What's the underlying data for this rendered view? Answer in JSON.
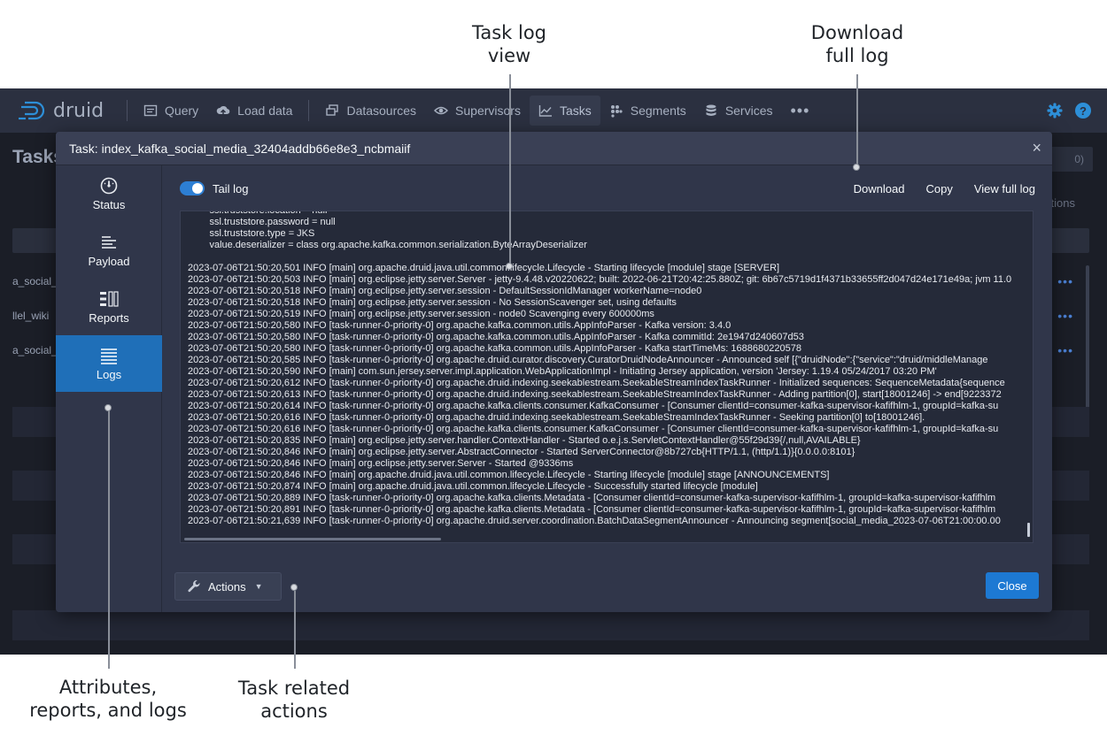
{
  "annotations": {
    "task_log_view": [
      "Task log",
      "view"
    ],
    "download_full_log": [
      "Download",
      "full log"
    ],
    "attributes": [
      "Attributes,",
      "reports, and logs"
    ],
    "task_actions": [
      "Task related",
      "actions"
    ]
  },
  "app": {
    "logo_text": "druid",
    "nav": {
      "query": "Query",
      "load_data": "Load data",
      "datasources": "Datasources",
      "supervisors": "Supervisors",
      "tasks": "Tasks",
      "segments": "Segments",
      "services": "Services",
      "more": "•••"
    },
    "background": {
      "page_title": "Tasks",
      "actions_header": "ctions",
      "pager_text": "0)",
      "rows": [
        "a_social_",
        "llel_wiki",
        "a_social_"
      ],
      "row_menu": "•••"
    }
  },
  "dialog": {
    "title": "Task: index_kafka_social_media_32404addb66e8e3_ncbmaiif",
    "close_icon": "×",
    "sidebar": {
      "status": "Status",
      "payload": "Payload",
      "reports": "Reports",
      "logs": "Logs"
    },
    "toolbar": {
      "tail_log": "Tail log",
      "download": "Download",
      "copy": "Copy",
      "view_full_log": "View full log"
    },
    "log_lines": [
      "        ssl.truststore.location = null",
      "        ssl.truststore.password = null",
      "        ssl.truststore.type = JKS",
      "        value.deserializer = class org.apache.kafka.common.serialization.ByteArrayDeserializer",
      "",
      "2023-07-06T21:50:20,501 INFO [main] org.apache.druid.java.util.common.lifecycle.Lifecycle - Starting lifecycle [module] stage [SERVER]",
      "2023-07-06T21:50:20,503 INFO [main] org.eclipse.jetty.server.Server - jetty-9.4.48.v20220622; built: 2022-06-21T20:42:25.880Z; git: 6b67c5719d1f4371b33655ff2d047d24e171e49a; jvm 11.0",
      "2023-07-06T21:50:20,518 INFO [main] org.eclipse.jetty.server.session - DefaultSessionIdManager workerName=node0",
      "2023-07-06T21:50:20,518 INFO [main] org.eclipse.jetty.server.session - No SessionScavenger set, using defaults",
      "2023-07-06T21:50:20,519 INFO [main] org.eclipse.jetty.server.session - node0 Scavenging every 600000ms",
      "2023-07-06T21:50:20,580 INFO [task-runner-0-priority-0] org.apache.kafka.common.utils.AppInfoParser - Kafka version: 3.4.0",
      "2023-07-06T21:50:20,580 INFO [task-runner-0-priority-0] org.apache.kafka.common.utils.AppInfoParser - Kafka commitId: 2e1947d240607d53",
      "2023-07-06T21:50:20,580 INFO [task-runner-0-priority-0] org.apache.kafka.common.utils.AppInfoParser - Kafka startTimeMs: 1688680220578",
      "2023-07-06T21:50:20,585 INFO [task-runner-0-priority-0] org.apache.druid.curator.discovery.CuratorDruidNodeAnnouncer - Announced self [{\"druidNode\":{\"service\":\"druid/middleManage",
      "2023-07-06T21:50:20,590 INFO [main] com.sun.jersey.server.impl.application.WebApplicationImpl - Initiating Jersey application, version 'Jersey: 1.19.4 05/24/2017 03:20 PM'",
      "2023-07-06T21:50:20,612 INFO [task-runner-0-priority-0] org.apache.druid.indexing.seekablestream.SeekableStreamIndexTaskRunner - Initialized sequences: SequenceMetadata{sequence",
      "2023-07-06T21:50:20,613 INFO [task-runner-0-priority-0] org.apache.druid.indexing.seekablestream.SeekableStreamIndexTaskRunner - Adding partition[0], start[18001246] -> end[9223372",
      "2023-07-06T21:50:20,614 INFO [task-runner-0-priority-0] org.apache.kafka.clients.consumer.KafkaConsumer - [Consumer clientId=consumer-kafka-supervisor-kafifhlm-1, groupId=kafka-su",
      "2023-07-06T21:50:20,616 INFO [task-runner-0-priority-0] org.apache.druid.indexing.seekablestream.SeekableStreamIndexTaskRunner - Seeking partition[0] to[18001246].",
      "2023-07-06T21:50:20,616 INFO [task-runner-0-priority-0] org.apache.kafka.clients.consumer.KafkaConsumer - [Consumer clientId=consumer-kafka-supervisor-kafifhlm-1, groupId=kafka-su",
      "2023-07-06T21:50:20,835 INFO [main] org.eclipse.jetty.server.handler.ContextHandler - Started o.e.j.s.ServletContextHandler@55f29d39{/,null,AVAILABLE}",
      "2023-07-06T21:50:20,846 INFO [main] org.eclipse.jetty.server.AbstractConnector - Started ServerConnector@8b727cb{HTTP/1.1, (http/1.1)}{0.0.0.0:8101}",
      "2023-07-06T21:50:20,846 INFO [main] org.eclipse.jetty.server.Server - Started @9336ms",
      "2023-07-06T21:50:20,846 INFO [main] org.apache.druid.java.util.common.lifecycle.Lifecycle - Starting lifecycle [module] stage [ANNOUNCEMENTS]",
      "2023-07-06T21:50:20,874 INFO [main] org.apache.druid.java.util.common.lifecycle.Lifecycle - Successfully started lifecycle [module]",
      "2023-07-06T21:50:20,889 INFO [task-runner-0-priority-0] org.apache.kafka.clients.Metadata - [Consumer clientId=consumer-kafka-supervisor-kafifhlm-1, groupId=kafka-supervisor-kafifhlm",
      "2023-07-06T21:50:20,891 INFO [task-runner-0-priority-0] org.apache.kafka.clients.Metadata - [Consumer clientId=consumer-kafka-supervisor-kafifhlm-1, groupId=kafka-supervisor-kafifhlm",
      "2023-07-06T21:50:21,639 INFO [task-runner-0-priority-0] org.apache.druid.server.coordination.BatchDataSegmentAnnouncer - Announcing segment[social_media_2023-07-06T21:00:00.00"
    ],
    "footer": {
      "actions": "Actions",
      "close": "Close"
    }
  },
  "colors": {
    "accent": "#1d79d3",
    "dialog_bg": "#30364a",
    "nav_bg": "#2b3040"
  }
}
